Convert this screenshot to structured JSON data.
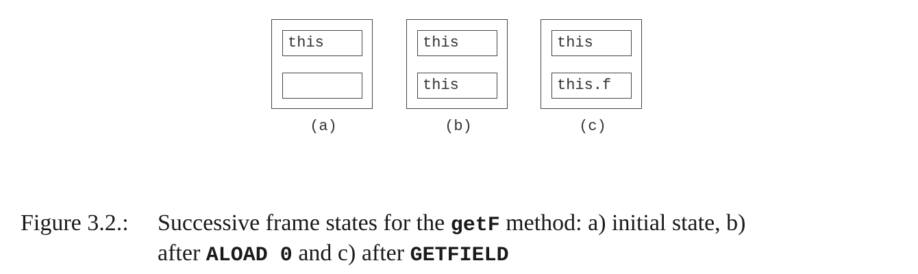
{
  "frames": [
    {
      "label": "(a)",
      "top_slot": "this",
      "bottom_slot": ""
    },
    {
      "label": "(b)",
      "top_slot": "this",
      "bottom_slot": "this"
    },
    {
      "label": "(c)",
      "top_slot": "this",
      "bottom_slot": "this.f"
    }
  ],
  "caption": {
    "prefix": "Figure 3.2.:",
    "line1_text_a": "Successive frame states for the",
    "line1_code": "getF",
    "line1_text_b": "method:  a) initial state, b)",
    "line2_text_a": "after",
    "line2_code_a": "ALOAD 0",
    "line2_text_b": "and c) after",
    "line2_code_b": "GETFIELD"
  }
}
